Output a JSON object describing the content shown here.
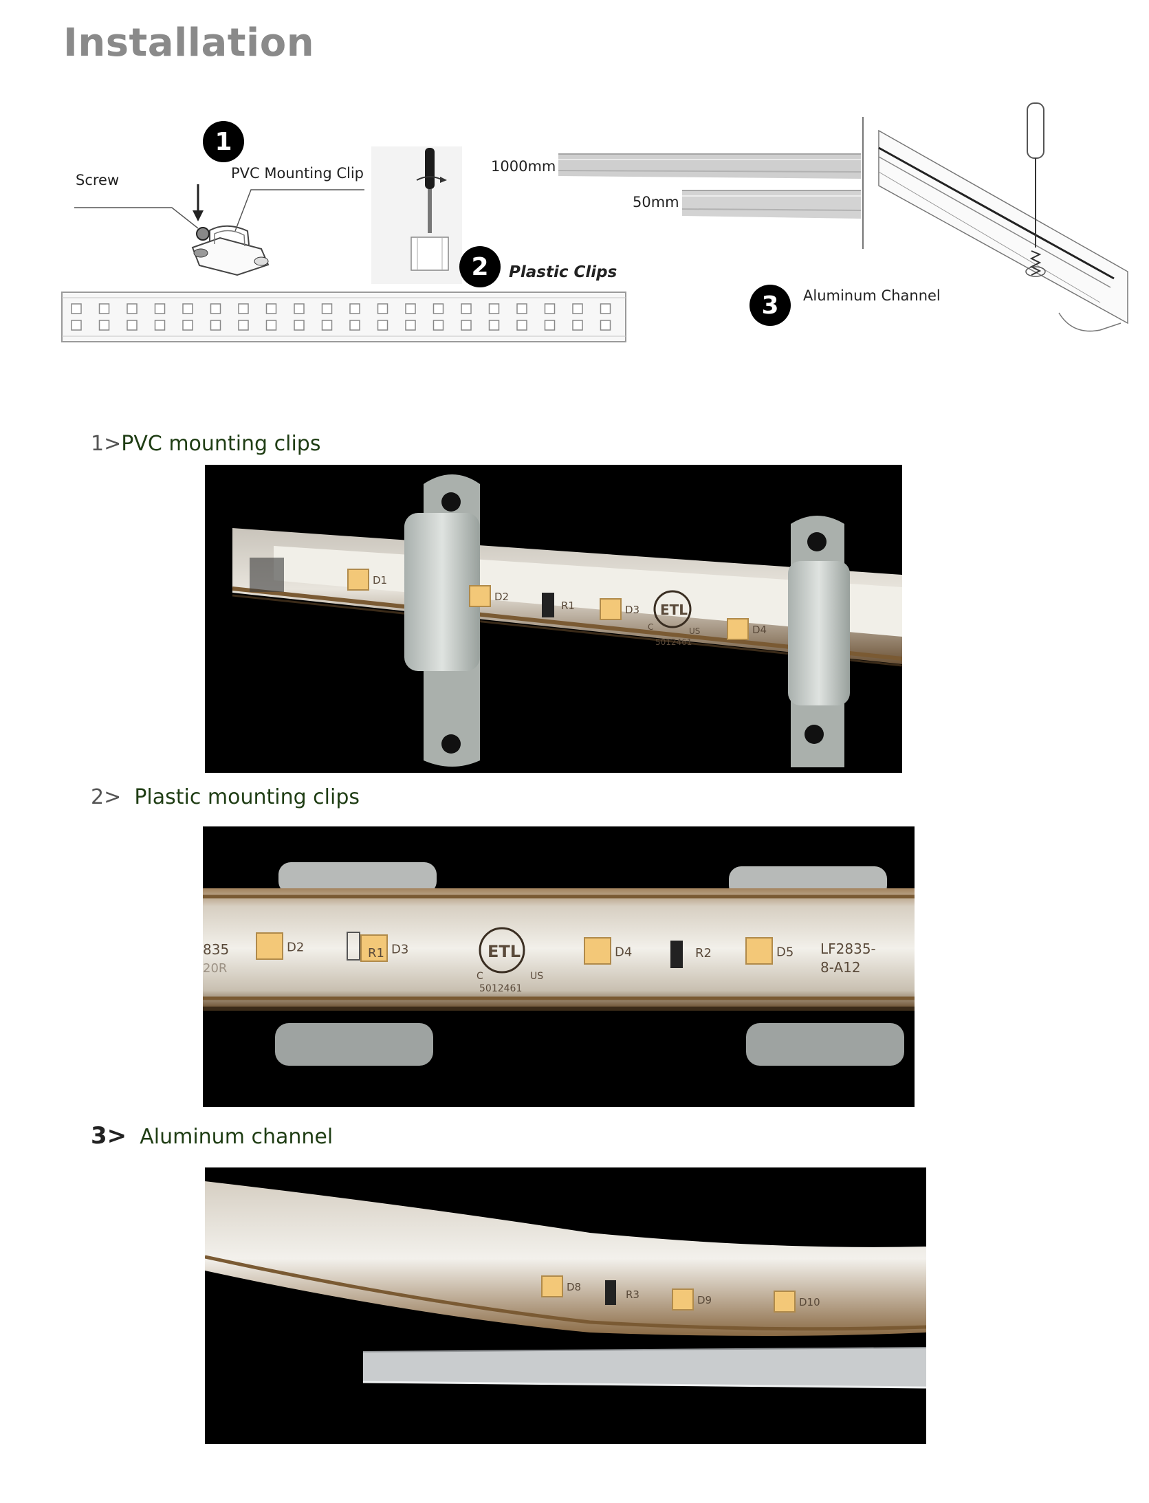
{
  "page": {
    "title": "Installation"
  },
  "diagram": {
    "screw_label": "Screw",
    "pvc_clip_label": "PVC Mounting Clip",
    "plastic_clips_label": "Plastic Clips",
    "aluminum_channel_label": "Aluminum Channel",
    "dim_long": "1000mm",
    "dim_short": "50mm",
    "step_numbers": [
      "1",
      "2",
      "3"
    ]
  },
  "sections": [
    {
      "number": "1>",
      "label": "PVC mounting clips"
    },
    {
      "number": "2>",
      "label": "Plastic mounting clips"
    },
    {
      "number": "3>",
      "label": "Aluminum channel"
    }
  ],
  "photo1": {
    "leds": [
      "D1",
      "D2",
      "D3",
      "D4"
    ],
    "resistor": "R1",
    "cert_mark": "ETL",
    "cert_left": "C",
    "cert_right": "US",
    "cert_number": "5012461"
  },
  "photo2": {
    "part_left": "835",
    "part_left2": "20R",
    "leds": [
      "D2",
      "D3",
      "D4",
      "D5"
    ],
    "resistors": [
      "R1",
      "R2"
    ],
    "cert_mark": "ETL",
    "cert_left": "C",
    "cert_right": "US",
    "cert_number": "5012461",
    "part_code_1": "LF2835-",
    "part_code_2": "8-A12"
  },
  "photo3": {
    "leds": [
      "D8",
      "D9",
      "D10"
    ],
    "resistor": "R3"
  }
}
